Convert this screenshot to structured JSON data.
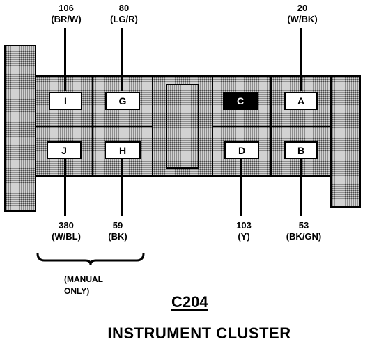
{
  "connector": {
    "id": "C204",
    "name": "INSTRUMENT CLUSTER"
  },
  "note": {
    "line1": "(MANUAL",
    "line2": "ONLY)"
  },
  "pins": [
    {
      "pin": "I",
      "circuit": "106",
      "color": "(BR/W)"
    },
    {
      "pin": "G",
      "circuit": "80",
      "color": "(LG/R)"
    },
    {
      "pin": "C",
      "circuit": "",
      "color": ""
    },
    {
      "pin": "A",
      "circuit": "20",
      "color": "(W/BK)"
    },
    {
      "pin": "J",
      "circuit": "380",
      "color": "(W/BL)"
    },
    {
      "pin": "H",
      "circuit": "59",
      "color": "(BK)"
    },
    {
      "pin": "D",
      "circuit": "103",
      "color": "(Y)"
    },
    {
      "pin": "B",
      "circuit": "53",
      "color": "(BK/GN)"
    }
  ],
  "colors": {
    "line": "#000000",
    "stipple": "#d2d2d2"
  }
}
